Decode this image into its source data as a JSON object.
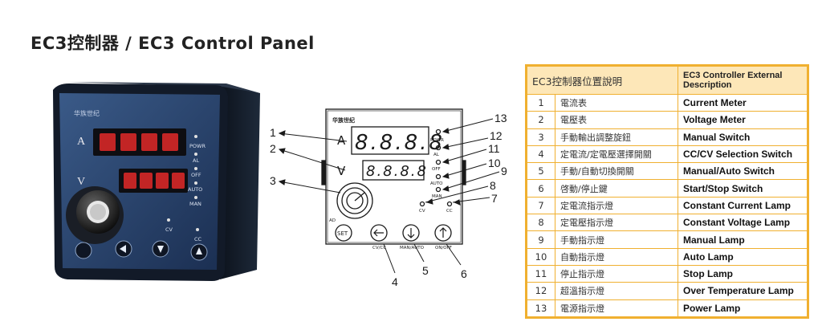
{
  "title": "EC3控制器 / EC3 Control Panel",
  "photo": {
    "display_a": "A",
    "display_v": "V",
    "lamps": [
      "POWR",
      "AL",
      "OFF",
      "AUTO",
      "MAN"
    ],
    "cv_label": "CV",
    "cc_label": "CC"
  },
  "diagram": {
    "brand": "华族世纪",
    "display_a": "A",
    "display_v": "V",
    "digits_top": "8.8.8.8",
    "digits_bottom": "8.8.8.8",
    "lamps": [
      "POWR",
      "AL",
      "OFF",
      "AUTO",
      "MAN"
    ],
    "cv_label": "CV",
    "cc_label": "CC",
    "ad_label": "AD",
    "set_label": "SET",
    "btn_labels": [
      "CV/CC",
      "MAN/AUTO",
      "ON/OFF"
    ],
    "callouts": [
      "1",
      "2",
      "3",
      "4",
      "5",
      "6",
      "7",
      "8",
      "9",
      "10",
      "11",
      "12",
      "13"
    ],
    "colors": {
      "line": "#1a1a1a",
      "panel": "#ffffff"
    }
  },
  "table": {
    "header_left": "EC3控制器位置說明",
    "header_right": "EC3 Controller External Description",
    "rows": [
      {
        "no": "1",
        "zh": "電流表",
        "en": "Current Meter"
      },
      {
        "no": "2",
        "zh": "電壓表",
        "en": "Voltage Meter"
      },
      {
        "no": "3",
        "zh": "手動輸出調整旋鈕",
        "en": "Manual Switch"
      },
      {
        "no": "4",
        "zh": "定電流/定電壓選擇開關",
        "en": "CC/CV Selection Switch"
      },
      {
        "no": "5",
        "zh": "手動/自動切換開關",
        "en": "Manual/Auto Switch"
      },
      {
        "no": "6",
        "zh": "啓動/停止鍵",
        "en": "Start/Stop Switch"
      },
      {
        "no": "7",
        "zh": "定電流指示燈",
        "en": "Constant Current Lamp"
      },
      {
        "no": "8",
        "zh": "定電壓指示燈",
        "en": "Constant Voltage Lamp"
      },
      {
        "no": "9",
        "zh": "手動指示燈",
        "en": "Manual Lamp"
      },
      {
        "no": "10",
        "zh": "自動指示燈",
        "en": "Auto Lamp"
      },
      {
        "no": "11",
        "zh": "停止指示燈",
        "en": "Stop Lamp"
      },
      {
        "no": "12",
        "zh": "超溫指示燈",
        "en": "Over Temperature Lamp"
      },
      {
        "no": "13",
        "zh": "電源指示燈",
        "en": "Power Lamp"
      }
    ],
    "colors": {
      "border": "#f0b030",
      "header_bg": "#fde7b8"
    }
  }
}
